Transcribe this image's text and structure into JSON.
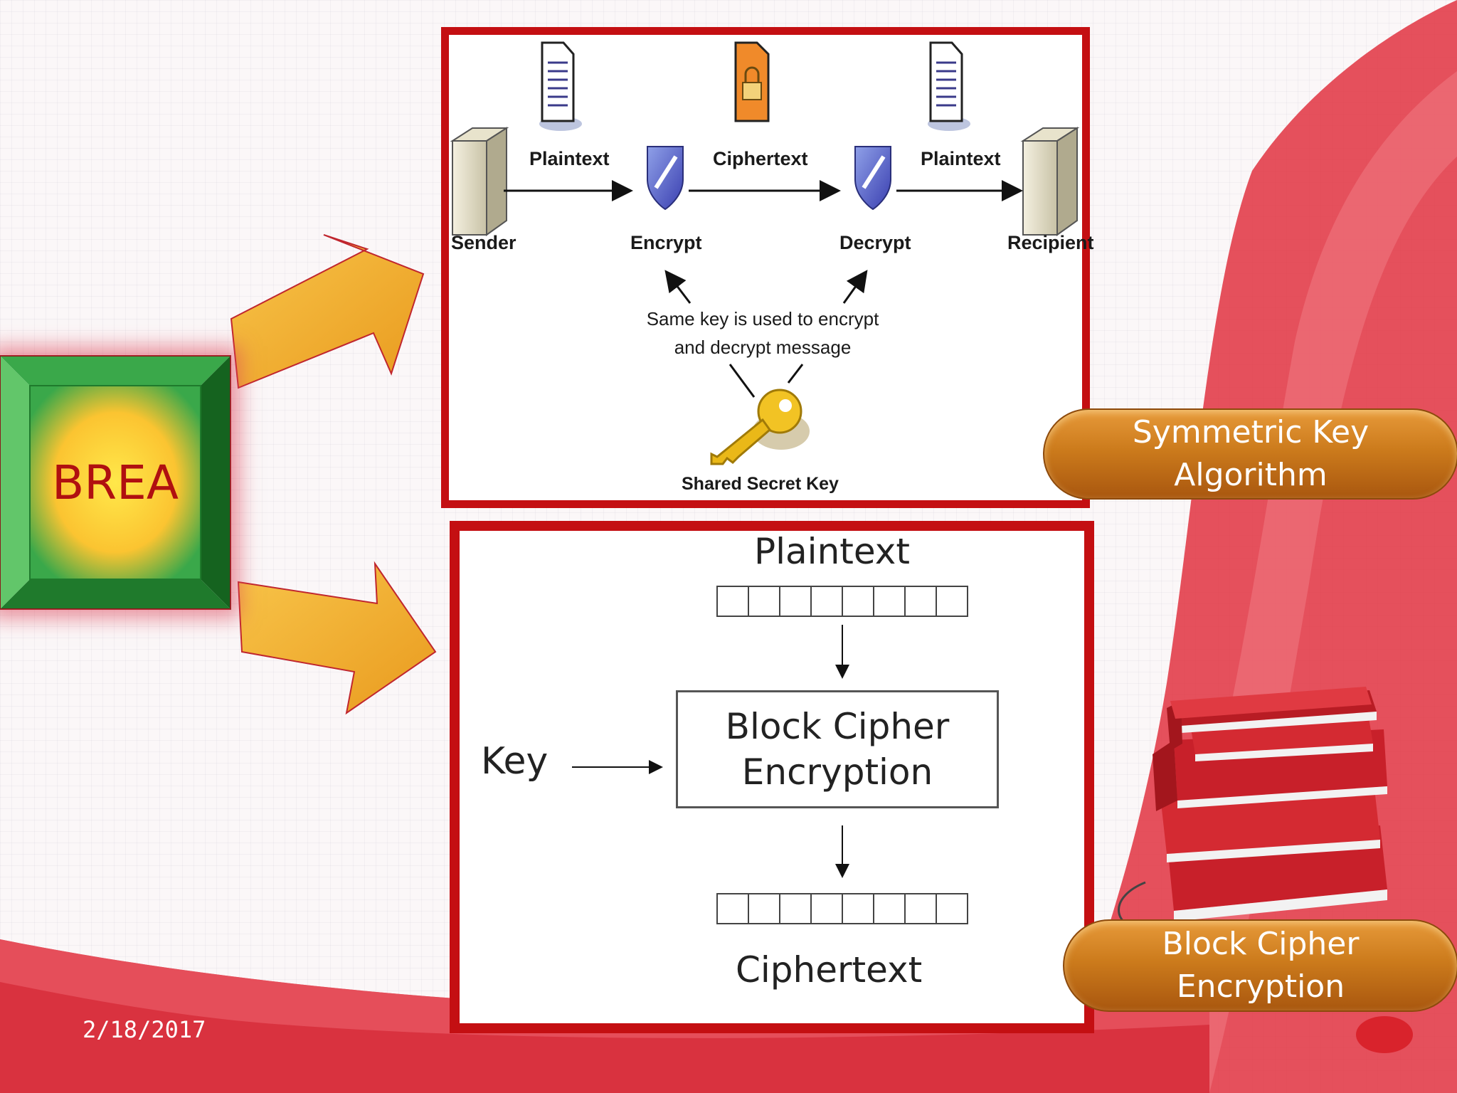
{
  "left_box": {
    "label": "BREA"
  },
  "symmetric_diagram": {
    "nodes": {
      "sender": "Sender",
      "encrypt": "Encrypt",
      "decrypt": "Decrypt",
      "recipient": "Recipient"
    },
    "edges": {
      "plaintext_in": "Plaintext",
      "ciphertext": "Ciphertext",
      "plaintext_out": "Plaintext"
    },
    "note_line1": "Same key is used to encrypt",
    "note_line2": "and decrypt message",
    "key_label": "Shared Secret Key"
  },
  "block_diagram": {
    "input_label": "Plaintext",
    "key_label": "Key",
    "box_line1": "Block Cipher",
    "box_line2": "Encryption",
    "output_label": "Ciphertext",
    "block_cells": 8
  },
  "callouts": {
    "symmetric_line1": "Symmetric Key",
    "symmetric_line2": "Algorithm",
    "block_line1": "Block Cipher",
    "block_line2": "Encryption"
  },
  "footer": {
    "date": "2/18/2017"
  },
  "colors": {
    "frame": "#c40f12",
    "arrow_fill": "#f3b43a",
    "pill": "#cc7b1c",
    "brea_text": "#b01010"
  }
}
